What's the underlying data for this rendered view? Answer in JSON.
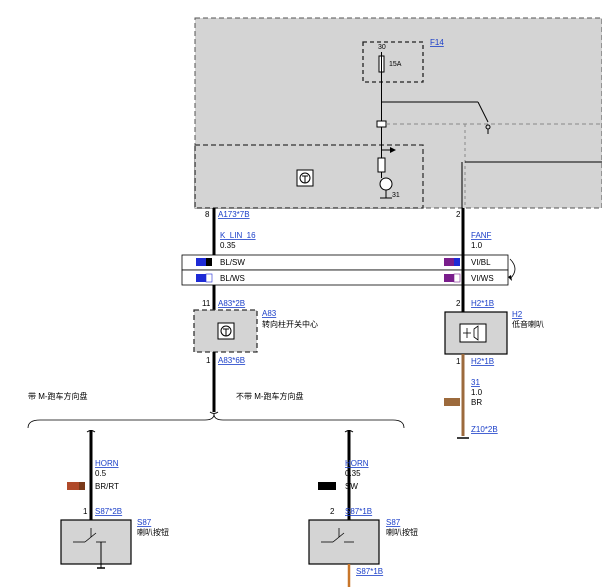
{
  "fuse": {
    "label": "F14",
    "pin": "30",
    "rating": "15A"
  },
  "relay": {
    "ground_pin": "31"
  },
  "left_chain": {
    "pin_top": "8",
    "connector_top": "A173*7B",
    "wire_name": "K_LIN_16",
    "wire_size": "0.35",
    "pin_a83_top": "11",
    "connector_a83_top": "A83*2B",
    "module_label": "A83",
    "module_desc": "转向柱开关中心",
    "pin_a83_bottom": "1",
    "connector_a83_bottom": "A83*6B",
    "variant_left": "带 M-跑车方向盘",
    "variant_right": "不带 M-跑车方向盘"
  },
  "twisted_pairs": [
    {
      "left_label": "BL/SW",
      "right_label": "VI/BL",
      "left_color": "#1e2bd6",
      "right_color": "#7a1e8c"
    },
    {
      "left_label": "BL/WS",
      "right_label": "VI/WS",
      "left_color": "#1e2bd6",
      "right_color": "#7a1e8c"
    }
  ],
  "right_chain": {
    "pin_top": "2",
    "wire_name": "FANF",
    "wire_size": "1.0",
    "pin_h2_top": "2",
    "connector_h2_top": "H2*1B",
    "horn_label": "H2",
    "horn_desc": "低音喇叭",
    "pin_h2_bottom": "1",
    "connector_h2_bottom": "H2*1B",
    "ground_wire_name": "31",
    "ground_wire_size": "1.0",
    "ground_wire_color": "BR",
    "ground_wire_hex": "#9c6a3c",
    "ground_connector": "Z10*2B"
  },
  "switch_left": {
    "wire_name": "HORN",
    "wire_size": "0.5",
    "wire_color": "BR/RT",
    "wire_hex": "#b04a2a",
    "pin": "1",
    "connector": "S87*2B",
    "label": "S87",
    "desc": "喇叭按钮"
  },
  "switch_right": {
    "wire_name": "HORN",
    "wire_size": "0.35",
    "wire_color": "SW",
    "wire_hex": "#000000",
    "pin": "2",
    "connector": "S87*1B",
    "label": "S87",
    "desc": "喇叭按钮",
    "bottom_connector": "S87*1B"
  }
}
